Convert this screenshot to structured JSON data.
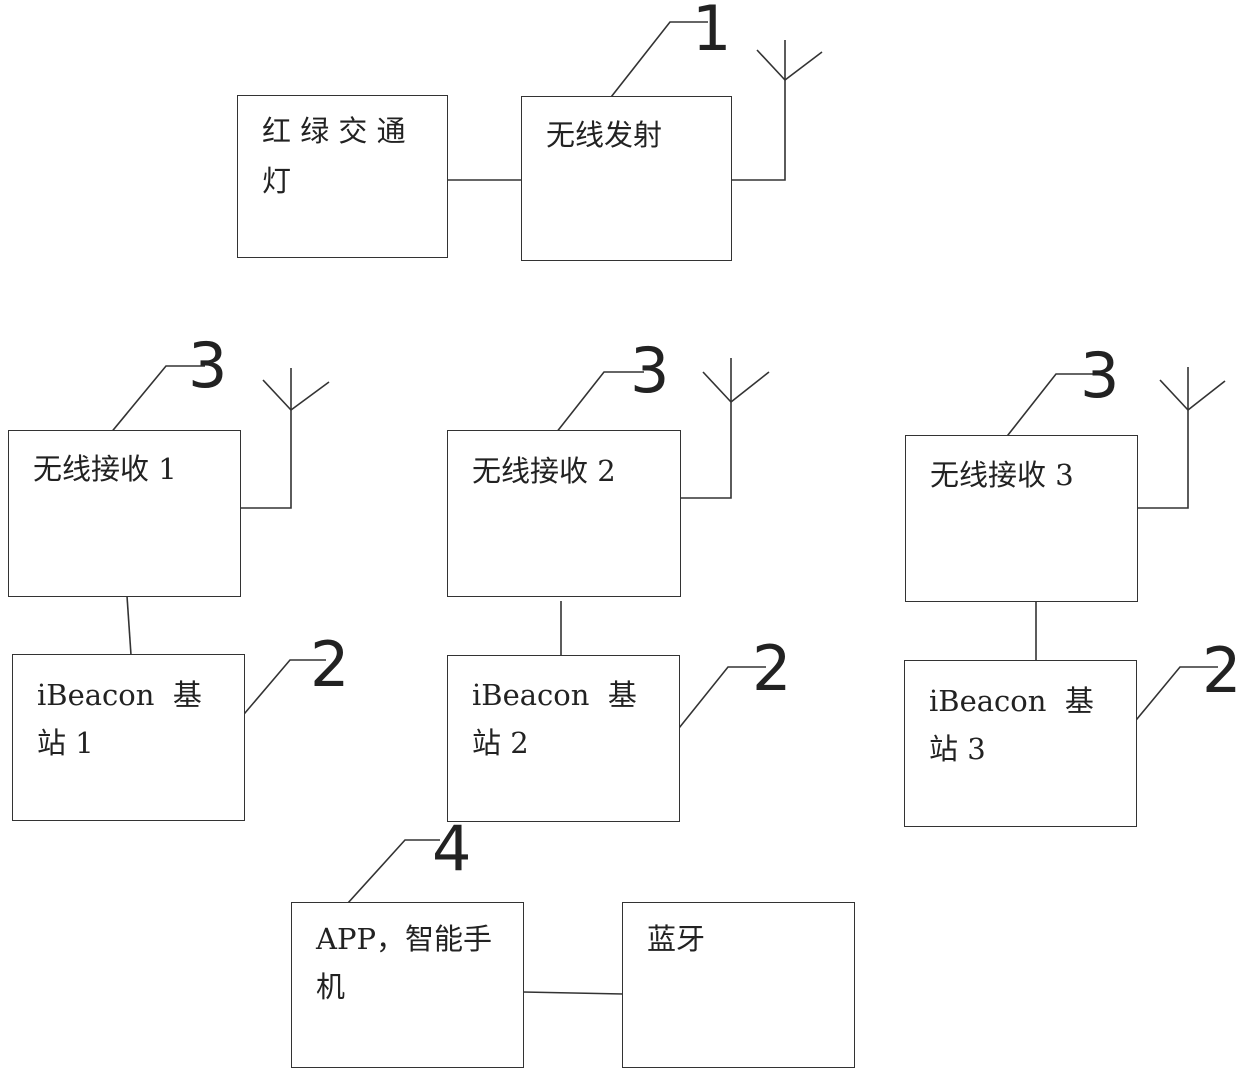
{
  "colors": {
    "line": "#333333",
    "text": "#222222",
    "background": "#ffffff"
  },
  "boxes": {
    "traffic_light": {
      "line1": "红 绿 交 通",
      "line2": "灯"
    },
    "wireless_tx": {
      "line1": "无线发射"
    },
    "receiver_1": {
      "line1": "无线接收 1"
    },
    "receiver_2": {
      "line1": "无线接收 2"
    },
    "receiver_3": {
      "line1": "无线接收 3"
    },
    "ibeacon_1": {
      "line1": "iBeacon  基",
      "line2": "站 1"
    },
    "ibeacon_2": {
      "line1": "iBeacon  基",
      "line2": "站 2"
    },
    "ibeacon_3": {
      "line1": "iBeacon  基",
      "line2": "站 3"
    },
    "smartphone": {
      "line1": "APP，智能手",
      "line2": "机"
    },
    "bluetooth": {
      "line1": "蓝牙"
    }
  },
  "callouts": {
    "tx": "1",
    "ibeacon_1": "2",
    "ibeacon_2": "2",
    "ibeacon_3": "2",
    "receiver_1": "3",
    "receiver_2": "3",
    "receiver_3": "3",
    "smartphone": "4"
  },
  "icons": [
    "antenna-icon"
  ]
}
